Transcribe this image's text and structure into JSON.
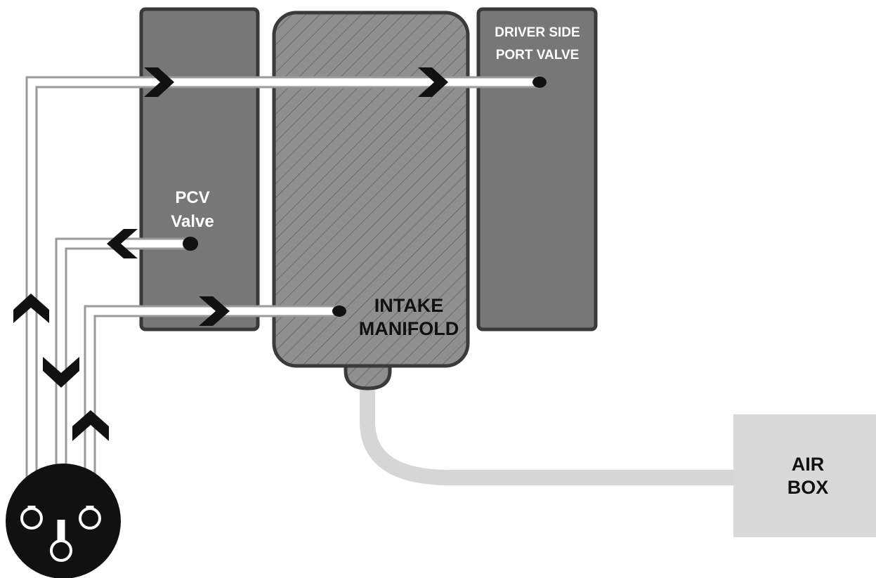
{
  "components": {
    "driver_side_port_valve": {
      "line1": "DRIVER SIDE",
      "line2": "PORT VALVE"
    },
    "pcv_valve": {
      "line1": "PCV",
      "line2": "Valve"
    },
    "intake_manifold": {
      "line1": "INTAKE",
      "line2": "MANIFOLD"
    },
    "air_box": {
      "line1": "AIR",
      "line2": "BOX"
    }
  },
  "colors": {
    "block_fill": "#777777",
    "block_stroke": "#3a3a3a",
    "manifold_fill": "#8f8f8f",
    "air_box_fill": "#d9d9d9",
    "air_duct": "#d6d6d6",
    "hose": "#ffffff",
    "hose_outline": "#9a9a9a",
    "arrow": "#111111",
    "connector": "#111111"
  },
  "icons": {
    "flow_arrow": "chevron-arrow-icon",
    "port": "hose-port-icon",
    "connector": "three-pin-connector-icon"
  }
}
